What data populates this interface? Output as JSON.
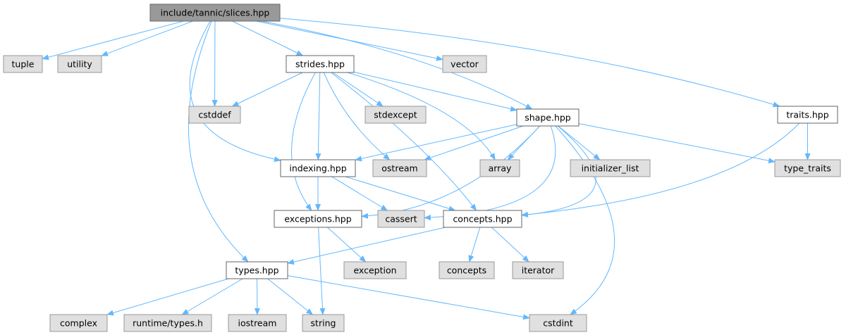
{
  "colors": {
    "root_fill": "#999999",
    "root_stroke": "#666666",
    "local_fill": "#ffffff",
    "local_stroke": "#666666",
    "system_fill": "#e0e0e0",
    "system_stroke": "#999999",
    "edge": "#63b8ff"
  },
  "nodes": [
    {
      "id": "slices",
      "label": "include/tannic/slices.hpp",
      "kind": "root"
    },
    {
      "id": "tuple",
      "label": "tuple",
      "kind": "system"
    },
    {
      "id": "utility",
      "label": "utility",
      "kind": "system"
    },
    {
      "id": "strides",
      "label": "strides.hpp",
      "kind": "local"
    },
    {
      "id": "vector",
      "label": "vector",
      "kind": "system"
    },
    {
      "id": "cstddef",
      "label": "cstddef",
      "kind": "system"
    },
    {
      "id": "stdexcept",
      "label": "stdexcept",
      "kind": "system"
    },
    {
      "id": "shape",
      "label": "shape.hpp",
      "kind": "local"
    },
    {
      "id": "traits",
      "label": "traits.hpp",
      "kind": "local"
    },
    {
      "id": "indexing",
      "label": "indexing.hpp",
      "kind": "local"
    },
    {
      "id": "ostream",
      "label": "ostream",
      "kind": "system"
    },
    {
      "id": "array",
      "label": "array",
      "kind": "system"
    },
    {
      "id": "initializer_list",
      "label": "initializer_list",
      "kind": "system"
    },
    {
      "id": "type_traits",
      "label": "type_traits",
      "kind": "system"
    },
    {
      "id": "exceptions",
      "label": "exceptions.hpp",
      "kind": "local"
    },
    {
      "id": "cassert",
      "label": "cassert",
      "kind": "system"
    },
    {
      "id": "concepts_hpp",
      "label": "concepts.hpp",
      "kind": "local"
    },
    {
      "id": "types",
      "label": "types.hpp",
      "kind": "local"
    },
    {
      "id": "exception",
      "label": "exception",
      "kind": "system"
    },
    {
      "id": "concepts",
      "label": "concepts",
      "kind": "system"
    },
    {
      "id": "iterator",
      "label": "iterator",
      "kind": "system"
    },
    {
      "id": "complex",
      "label": "complex",
      "kind": "system"
    },
    {
      "id": "runtime_types",
      "label": "runtime/types.h",
      "kind": "system"
    },
    {
      "id": "iostream",
      "label": "iostream",
      "kind": "system"
    },
    {
      "id": "string",
      "label": "string",
      "kind": "system"
    },
    {
      "id": "cstdint",
      "label": "cstdint",
      "kind": "system"
    }
  ],
  "edges": [
    {
      "from": "slices",
      "to": "tuple"
    },
    {
      "from": "slices",
      "to": "utility"
    },
    {
      "from": "slices",
      "to": "strides"
    },
    {
      "from": "slices",
      "to": "vector"
    },
    {
      "from": "slices",
      "to": "cstddef"
    },
    {
      "from": "slices",
      "to": "shape"
    },
    {
      "from": "slices",
      "to": "traits"
    },
    {
      "from": "slices",
      "to": "indexing"
    },
    {
      "from": "slices",
      "to": "types"
    },
    {
      "from": "strides",
      "to": "cstddef"
    },
    {
      "from": "strides",
      "to": "stdexcept"
    },
    {
      "from": "strides",
      "to": "shape"
    },
    {
      "from": "strides",
      "to": "indexing"
    },
    {
      "from": "strides",
      "to": "ostream"
    },
    {
      "from": "strides",
      "to": "array"
    },
    {
      "from": "strides",
      "to": "exceptions"
    },
    {
      "from": "strides",
      "to": "concepts_hpp"
    },
    {
      "from": "shape",
      "to": "indexing"
    },
    {
      "from": "shape",
      "to": "ostream"
    },
    {
      "from": "shape",
      "to": "array"
    },
    {
      "from": "shape",
      "to": "initializer_list"
    },
    {
      "from": "shape",
      "to": "type_traits"
    },
    {
      "from": "shape",
      "to": "exceptions"
    },
    {
      "from": "shape",
      "to": "cassert"
    },
    {
      "from": "shape",
      "to": "concepts_hpp"
    },
    {
      "from": "shape",
      "to": "cstdint"
    },
    {
      "from": "traits",
      "to": "type_traits"
    },
    {
      "from": "traits",
      "to": "concepts_hpp"
    },
    {
      "from": "indexing",
      "to": "exceptions"
    },
    {
      "from": "indexing",
      "to": "cassert"
    },
    {
      "from": "indexing",
      "to": "concepts_hpp"
    },
    {
      "from": "exceptions",
      "to": "exception"
    },
    {
      "from": "exceptions",
      "to": "string"
    },
    {
      "from": "concepts_hpp",
      "to": "types"
    },
    {
      "from": "concepts_hpp",
      "to": "concepts"
    },
    {
      "from": "concepts_hpp",
      "to": "iterator"
    },
    {
      "from": "types",
      "to": "complex"
    },
    {
      "from": "types",
      "to": "runtime_types"
    },
    {
      "from": "types",
      "to": "iostream"
    },
    {
      "from": "types",
      "to": "string"
    },
    {
      "from": "types",
      "to": "cstdint"
    }
  ]
}
